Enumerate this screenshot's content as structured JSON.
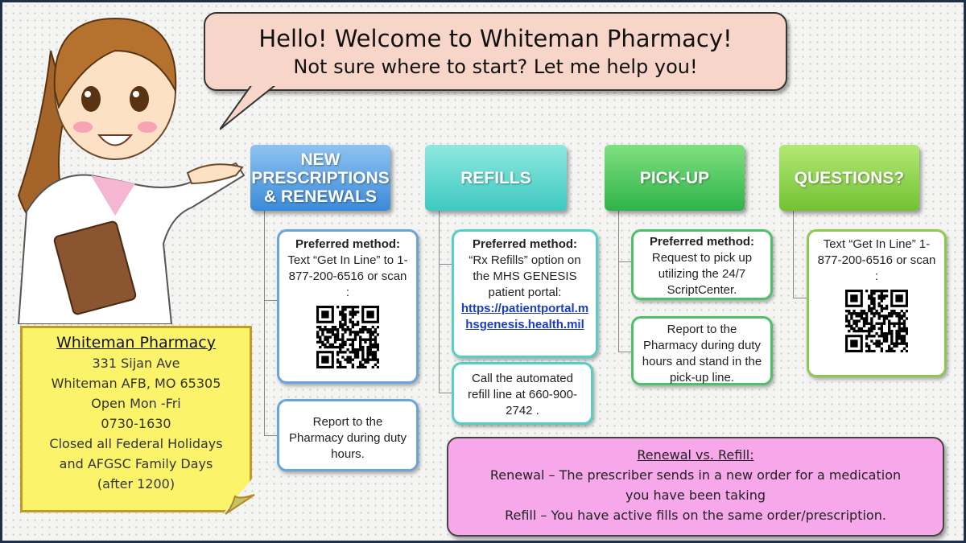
{
  "greeting": {
    "line1": "Hello! Welcome to Whiteman Pharmacy!",
    "line2": "Not sure where to start? Let me help you!"
  },
  "categories": [
    {
      "title": "NEW PRESCRIPTIONS & RENEWALS",
      "boxes": [
        {
          "heading": "Preferred method:",
          "text": "Text “Get In Line” to 1-877-200-6516 or scan :",
          "qr": "qr-code"
        },
        {
          "text": "Report to the Pharmacy during duty hours."
        }
      ]
    },
    {
      "title": "REFILLS",
      "boxes": [
        {
          "heading": "Preferred method:",
          "text": "“Rx Refills” option on the MHS GENESIS patient portal:",
          "link": "https://patientportal.mhsgenesis.health.mil"
        },
        {
          "text": "Call the automated refill line at 660-900-2742 ."
        }
      ]
    },
    {
      "title": "PICK-UP",
      "boxes": [
        {
          "heading": "Preferred method:",
          "text": "Request to pick up utilizing the 24/7 ScriptCenter."
        },
        {
          "text": "Report to the Pharmacy during duty hours and stand in the pick-up line."
        }
      ]
    },
    {
      "title": "QUESTIONS?",
      "boxes": [
        {
          "text": "Text “Get In Line” 1-877-200-6516 or scan :",
          "qr": "qr-code"
        }
      ]
    }
  ],
  "info": {
    "title": "Whiteman Pharmacy",
    "address1": "331 Sijan Ave",
    "address2": "Whiteman AFB, MO 65305",
    "hours1": "Open Mon -Fri",
    "hours2": "0730-1630",
    "closed1": "Closed all Federal Holidays",
    "closed2": "and AFGSC Family Days",
    "closed3": "(after 1200)"
  },
  "definitions": {
    "title": "Renewal vs. Refill:",
    "renewal1": "Renewal – The prescriber sends in a new order for a medication",
    "renewal2": "you have been taking",
    "refill": "Refill – You have active fills on the same order/prescription."
  },
  "colors": {
    "blue": "#3b8ad9",
    "teal": "#3fc9c0",
    "green": "#2fb34a",
    "lime": "#72c234",
    "bubble": "#f7d6c9",
    "note": "#fbf46b",
    "pink": "#f7a8ea"
  }
}
